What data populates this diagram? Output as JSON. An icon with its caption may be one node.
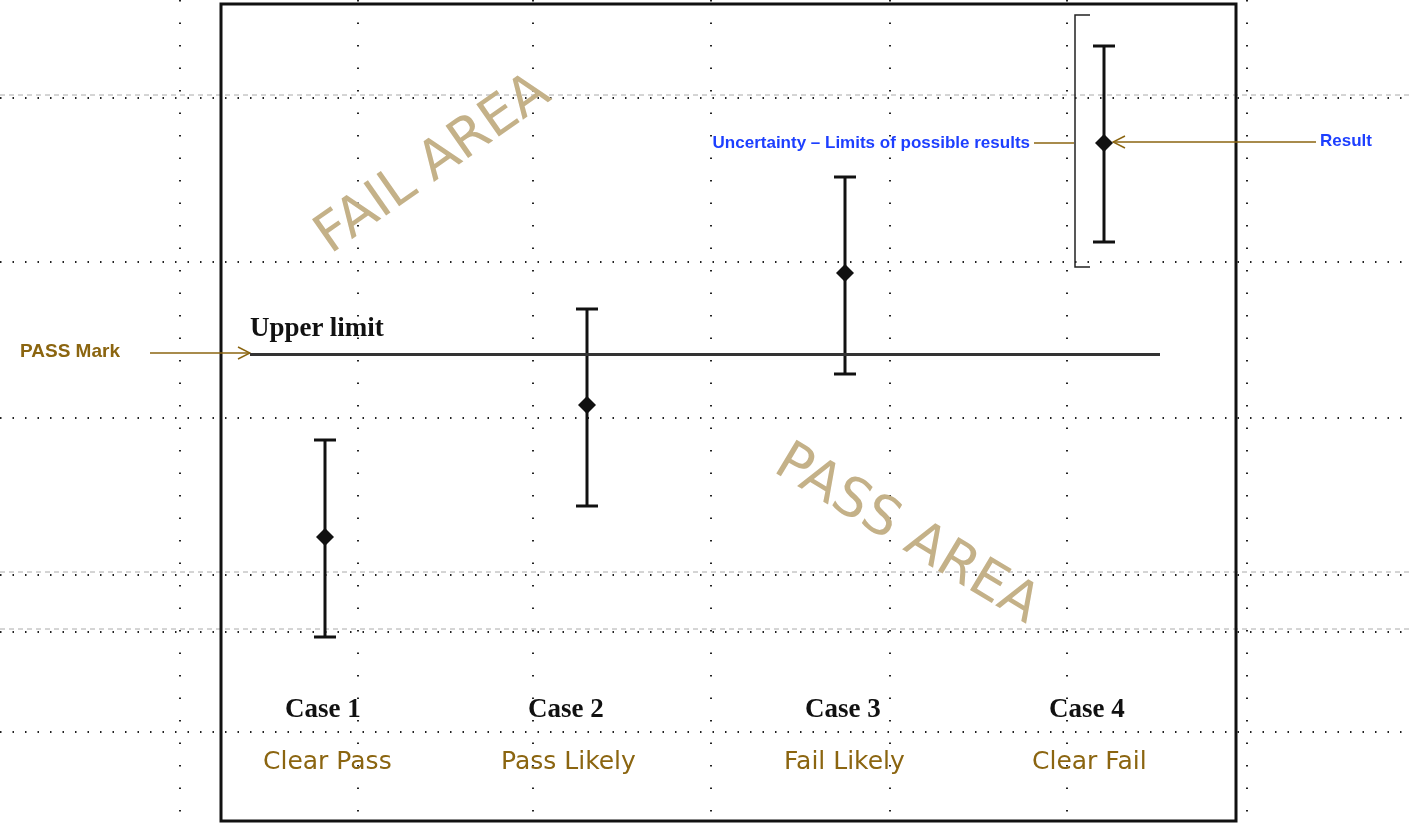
{
  "diagram": {
    "nodes": [
      {
        "text": [
          "Uncertainty – Limits of possible results"
        ]
      },
      {
        "text": [],
        "shape": "bracket"
      },
      {
        "text": [
          "Result"
        ]
      },
      {
        "text": [],
        "shape": "diamond"
      },
      {
        "text": [],
        "shape": "diamond"
      },
      {
        "text": [],
        "shape": "diamond"
      },
      {
        "text": [],
        "shape": "diamond"
      },
      {
        "text": [
          "PASS Mark"
        ]
      },
      {
        "text": [
          "Upper limit"
        ]
      }
    ],
    "edges": [
      {
        "from": 0,
        "to": 1,
        "arrow": "none"
      },
      {
        "from": 2,
        "to": 6,
        "arrow": "to"
      },
      {
        "from": 7,
        "to": 8,
        "arrow": "to"
      }
    ],
    "labels": [
      "FAIL AREA",
      "PASS AREA",
      "Case 1",
      "Case 2",
      "Case 3",
      "Case 4",
      "Clear Pass",
      "Pass Likely",
      "Fail Likely",
      "Clear Fail"
    ]
  }
}
